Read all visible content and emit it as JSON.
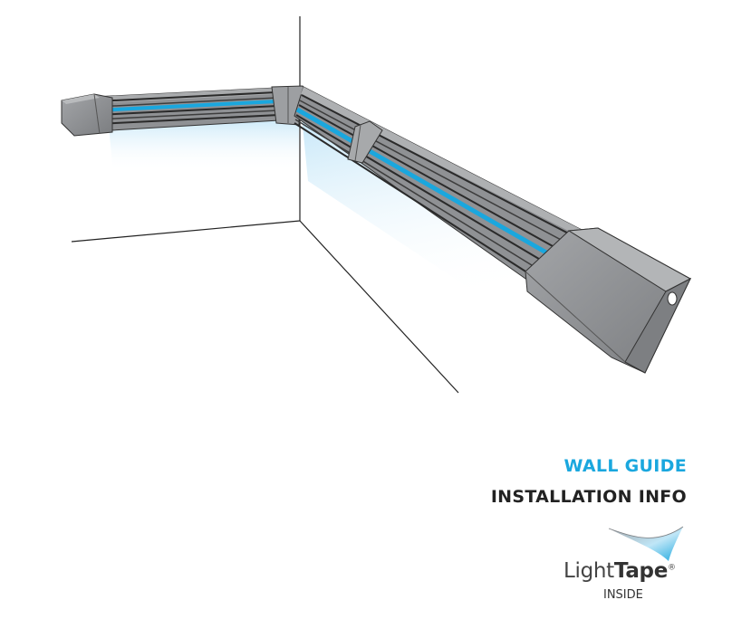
{
  "heading": {
    "primary": "WALL GUIDE",
    "secondary": "INSTALLATION INFO"
  },
  "brand": {
    "name_light": "Light",
    "name_bold": "Tape",
    "registered": "®",
    "sub": "INSIDE"
  },
  "colors": {
    "accent": "#1aa7de",
    "channel_body": "#8f9194",
    "glow": "#d6eefb"
  }
}
